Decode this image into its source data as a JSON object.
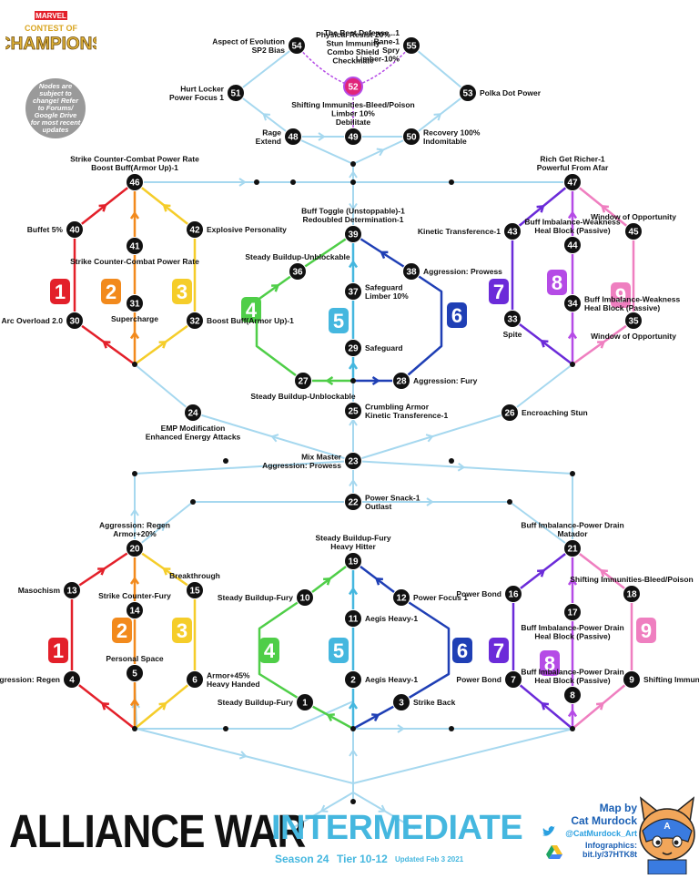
{
  "notice": "Nodes are subject to change! Refer to Forums/ Google Drive for most recent updates",
  "logo": {
    "line1": "MARVEL",
    "line2": "CONTEST OF",
    "line3": "CHAMPIONS"
  },
  "title": {
    "main": "ALLIANCE WAR",
    "sub": "INTERMEDIATE"
  },
  "meta": {
    "season": "Season 24",
    "tier": "Tier 10-12",
    "updated": "Updated Feb 3 2021"
  },
  "credit": {
    "mapby": "Map by",
    "name": "Cat Murdock",
    "twitter": "@CatMurdock_Art",
    "infographics": "Infographics:",
    "url": "bit.ly/37HTK8t"
  },
  "colors": {
    "path1": "#e3202a",
    "path2": "#f28a1d",
    "path3": "#f5cd2a",
    "path4": "#4fce48",
    "path5": "#45b7df",
    "path6": "#1f3fb5",
    "path7": "#6b2bd9",
    "path8": "#b54be6",
    "path9": "#ef7fc0",
    "connector": "#a6d8ef",
    "boss": "#e0247a",
    "node": "#111111"
  },
  "paths": [
    {
      "id": "t1",
      "num": "1"
    },
    {
      "id": "t2",
      "num": "2"
    },
    {
      "id": "t3",
      "num": "3"
    },
    {
      "id": "t4",
      "num": "4"
    },
    {
      "id": "t5",
      "num": "5"
    },
    {
      "id": "t6",
      "num": "6"
    },
    {
      "id": "t7",
      "num": "7"
    },
    {
      "id": "t8",
      "num": "8"
    },
    {
      "id": "t9",
      "num": "9"
    },
    {
      "id": "b1",
      "num": "1"
    },
    {
      "id": "b2",
      "num": "2"
    },
    {
      "id": "b3",
      "num": "3"
    },
    {
      "id": "b4",
      "num": "4"
    },
    {
      "id": "b5",
      "num": "5"
    },
    {
      "id": "b6",
      "num": "6"
    },
    {
      "id": "b7",
      "num": "7"
    },
    {
      "id": "b8",
      "num": "8"
    },
    {
      "id": "b9",
      "num": "9"
    }
  ],
  "nodes": [
    {
      "id": "n1",
      "num": "1",
      "label": [
        "Steady Buildup-Fury"
      ]
    },
    {
      "id": "n2",
      "num": "2",
      "label": [
        "Aegis Heavy-1"
      ]
    },
    {
      "id": "n3",
      "num": "3",
      "label": [
        "Strike Back"
      ]
    },
    {
      "id": "n4",
      "num": "4",
      "label": [
        "Aggression: Regen"
      ]
    },
    {
      "id": "n5",
      "num": "5",
      "label": [
        "Personal Space"
      ]
    },
    {
      "id": "n6",
      "num": "6",
      "label": [
        "Armor+45%",
        "Heavy Handed"
      ]
    },
    {
      "id": "n7",
      "num": "7",
      "label": [
        "Power Bond"
      ]
    },
    {
      "id": "n8",
      "num": "8",
      "label": [
        "Buff Imbalance-Power Drain",
        "Heal Block (Passive)"
      ]
    },
    {
      "id": "n9",
      "num": "9",
      "label": [
        "Shifting Immunities-Bleed/Poison"
      ]
    },
    {
      "id": "n10",
      "num": "10",
      "label": [
        "Steady Buildup-Fury"
      ]
    },
    {
      "id": "n11",
      "num": "11",
      "label": [
        "Aegis Heavy-1"
      ]
    },
    {
      "id": "n12",
      "num": "12",
      "label": [
        "Power Focus 1"
      ]
    },
    {
      "id": "n13",
      "num": "13",
      "label": [
        "Masochism"
      ]
    },
    {
      "id": "n14",
      "num": "14",
      "label": [
        "Strike Counter-Fury"
      ]
    },
    {
      "id": "n15",
      "num": "15",
      "label": [
        "Breakthrough"
      ]
    },
    {
      "id": "n16",
      "num": "16",
      "label": [
        "Power Bond"
      ]
    },
    {
      "id": "n17",
      "num": "17",
      "label": [
        "Buff Imbalance-Power Drain",
        "Heal Block (Passive)"
      ]
    },
    {
      "id": "n18",
      "num": "18",
      "label": [
        "Shifting Immunities-Bleed/Poison"
      ]
    },
    {
      "id": "n19",
      "num": "19",
      "label": [
        "Steady Buildup-Fury",
        "Heavy Hitter"
      ]
    },
    {
      "id": "n20",
      "num": "20",
      "label": [
        "Aggression: Regen",
        "Armor+20%"
      ]
    },
    {
      "id": "n21",
      "num": "21",
      "label": [
        "Buff Imbalance-Power Drain",
        "Matador"
      ]
    },
    {
      "id": "n22",
      "num": "22",
      "label": [
        "Power Snack-1",
        "Outlast"
      ]
    },
    {
      "id": "n23",
      "num": "23",
      "label": [
        "Mix Master",
        "Aggression: Prowess"
      ]
    },
    {
      "id": "n24",
      "num": "24",
      "label": [
        "EMP Modification",
        "Enhanced Energy Attacks"
      ]
    },
    {
      "id": "n25",
      "num": "25",
      "label": [
        "Crumbling Armor",
        "Kinetic Transference-1"
      ]
    },
    {
      "id": "n26",
      "num": "26",
      "label": [
        "Encroaching Stun"
      ]
    },
    {
      "id": "n27",
      "num": "27",
      "label": [
        "Steady Buildup-Unblockable"
      ]
    },
    {
      "id": "n28",
      "num": "28",
      "label": [
        "Aggression: Fury"
      ]
    },
    {
      "id": "n29",
      "num": "29",
      "label": [
        "Safeguard"
      ]
    },
    {
      "id": "n30",
      "num": "30",
      "label": [
        "Arc Overload 2.0"
      ]
    },
    {
      "id": "n31",
      "num": "31",
      "label": [
        "Supercharge"
      ]
    },
    {
      "id": "n32",
      "num": "32",
      "label": [
        "Boost Buff(Armor Up)-1"
      ]
    },
    {
      "id": "n33",
      "num": "33",
      "label": [
        "Spite"
      ]
    },
    {
      "id": "n34",
      "num": "34",
      "label": [
        "Buff Imbalance-Weakness",
        "Heal Block (Passive)"
      ]
    },
    {
      "id": "n35",
      "num": "35",
      "label": [
        "Window of Opportunity"
      ]
    },
    {
      "id": "n36",
      "num": "36",
      "label": [
        "Steady Buildup-Unblockable"
      ]
    },
    {
      "id": "n37",
      "num": "37",
      "label": [
        "Safeguard",
        "Limber 10%"
      ]
    },
    {
      "id": "n38",
      "num": "38",
      "label": [
        "Aggression: Prowess"
      ]
    },
    {
      "id": "n39",
      "num": "39",
      "label": [
        "Buff Toggle (Unstoppable)-1",
        "Redoubled Determination-1"
      ]
    },
    {
      "id": "n40",
      "num": "40",
      "label": [
        "Buffet 5%"
      ]
    },
    {
      "id": "n41",
      "num": "41",
      "label": [
        "Strike Counter-Combat Power Rate"
      ]
    },
    {
      "id": "n42",
      "num": "42",
      "label": [
        "Explosive Personality"
      ]
    },
    {
      "id": "n43",
      "num": "43",
      "label": [
        "Kinetic Transference-1"
      ]
    },
    {
      "id": "n44",
      "num": "44",
      "label": [
        "Buff Imbalance-Weakness",
        "Heal Block (Passive)"
      ]
    },
    {
      "id": "n45",
      "num": "45",
      "label": [
        "Window of Opportunity"
      ]
    },
    {
      "id": "n46",
      "num": "46",
      "label": [
        "Strike Counter-Combat Power Rate",
        "Boost Buff(Armor Up)-1"
      ]
    },
    {
      "id": "n47",
      "num": "47",
      "label": [
        "Rich Get Richer-1",
        "Powerful From Afar"
      ]
    },
    {
      "id": "n48",
      "num": "48",
      "label": [
        "Rage",
        "Extend"
      ]
    },
    {
      "id": "n49",
      "num": "49",
      "label": [
        "Shifting Immunities-Bleed/Poison",
        "Limber 10%",
        "Debilitate"
      ]
    },
    {
      "id": "n50",
      "num": "50",
      "label": [
        "Recovery 100%",
        "Indomitable"
      ]
    },
    {
      "id": "n51",
      "num": "51",
      "label": [
        "Hurt Locker",
        "Power Focus 1"
      ]
    },
    {
      "id": "n52",
      "num": "52",
      "label": [
        "Physical Resist 20%",
        "Stun Immunity",
        "Combo Shield",
        "Checkmate"
      ]
    },
    {
      "id": "n53",
      "num": "53",
      "label": [
        "Polka Dot Power"
      ]
    },
    {
      "id": "n54",
      "num": "54",
      "label": [
        "Aspect of Evolution",
        "SP2 Bias"
      ]
    },
    {
      "id": "n55",
      "num": "55",
      "label": [
        "The Best Defense...1",
        "Bane-1",
        "Spry",
        "Limber-10%"
      ]
    }
  ]
}
